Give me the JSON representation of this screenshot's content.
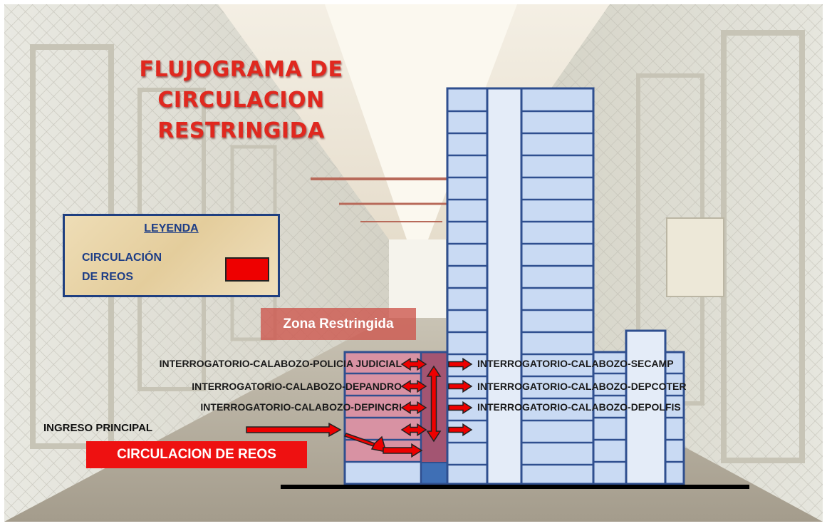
{
  "title": {
    "line1": "FLUJOGRAMA DE",
    "line2": "CIRCULACION",
    "line3": "RESTRINGIDA"
  },
  "legend": {
    "heading": "LEYENDA",
    "line1": "CIRCULACIÓN",
    "line2": "DE REOS",
    "swatch_color": "#ee0000"
  },
  "zone_label": "Zona Restringida",
  "left_labels": [
    "INTERROGATORIO-CALABOZO-POLICIA JUDICIAL",
    "INTERROGATORIO-CALABOZO-DEPANDRO",
    "INTERROGATORIO-CALABOZO-DEPINCRI"
  ],
  "right_labels": [
    "INTERROGATORIO-CALABOZO-SECAMP",
    "INTERROGATORIO-CALABOZO-DEPCOTER",
    "INTERROGATORIO-CALABOZO-DEPOLFIS"
  ],
  "entrance_label": "INGRESO  PRINCIPAL",
  "circulation_label": "CIRCULACION DE  REOS",
  "colors": {
    "title": "#e0281f",
    "legend_text": "#1d3d86",
    "building_fill": "#c9daf3",
    "building_stroke": "#2f4f8f",
    "restricted_fill": "#d98a9a",
    "arrow": "#ee0000"
  },
  "icons": [
    "double-arrow-icon",
    "right-arrow-icon",
    "vertical-double-arrow-icon"
  ]
}
